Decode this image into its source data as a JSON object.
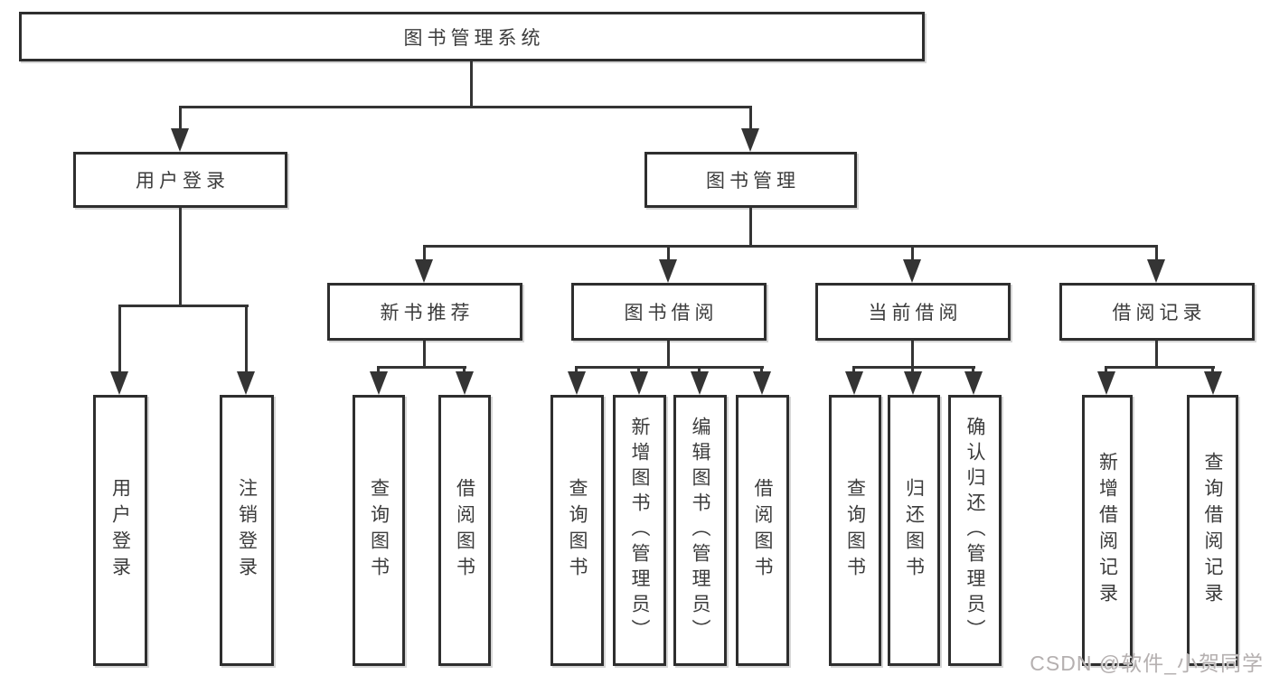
{
  "diagram": {
    "root": "图书管理系统",
    "branches": [
      {
        "label": "用户登录",
        "children": [
          {
            "label": "用户登录"
          },
          {
            "label": "注销登录"
          }
        ]
      },
      {
        "label": "图书管理",
        "children": [
          {
            "label": "新书推荐",
            "children": [
              {
                "label": "查询图书"
              },
              {
                "label": "借阅图书"
              }
            ]
          },
          {
            "label": "图书借阅",
            "children": [
              {
                "label": "查询图书"
              },
              {
                "label": "新增图书（管理员）"
              },
              {
                "label": "编辑图书（管理员）"
              },
              {
                "label": "借阅图书"
              }
            ]
          },
          {
            "label": "当前借阅",
            "children": [
              {
                "label": "查询图书"
              },
              {
                "label": "归还图书"
              },
              {
                "label": "确认归还（管理员）"
              }
            ]
          },
          {
            "label": "借阅记录",
            "children": [
              {
                "label": "新增借阅记录"
              },
              {
                "label": "查询借阅记录"
              }
            ]
          }
        ]
      }
    ]
  },
  "watermark": "CSDN @软件_小贺同学",
  "colors": {
    "line": "#343434",
    "box_border": "#2e2e2e",
    "text": "#3c3c3c",
    "watermark": "#b5b0b0",
    "background": "#ffffff"
  }
}
